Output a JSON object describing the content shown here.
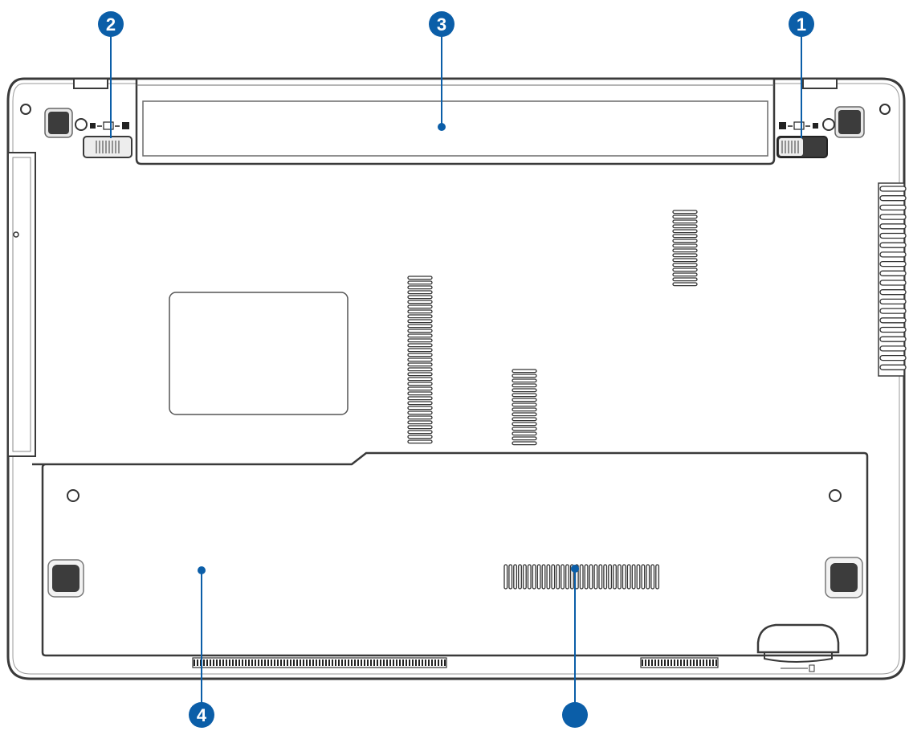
{
  "callouts": [
    {
      "id": "1",
      "label": "1",
      "target": "battery-lock-spring"
    },
    {
      "id": "2",
      "label": "2",
      "target": "battery-lock-manual"
    },
    {
      "id": "3",
      "label": "3",
      "target": "battery-pack"
    },
    {
      "id": "4",
      "label": "4",
      "target": "hard-disk-compartment"
    },
    {
      "id": "5",
      "label": "",
      "target": "memory-compartment"
    }
  ],
  "colors": {
    "callout": "#0b5ea8",
    "outline": "#3a3a3a",
    "fill": "#ffffff",
    "latch": "#ededed",
    "foot": "#3c3c3c"
  },
  "icons": [
    "lock-icon",
    "unlock-icon"
  ]
}
